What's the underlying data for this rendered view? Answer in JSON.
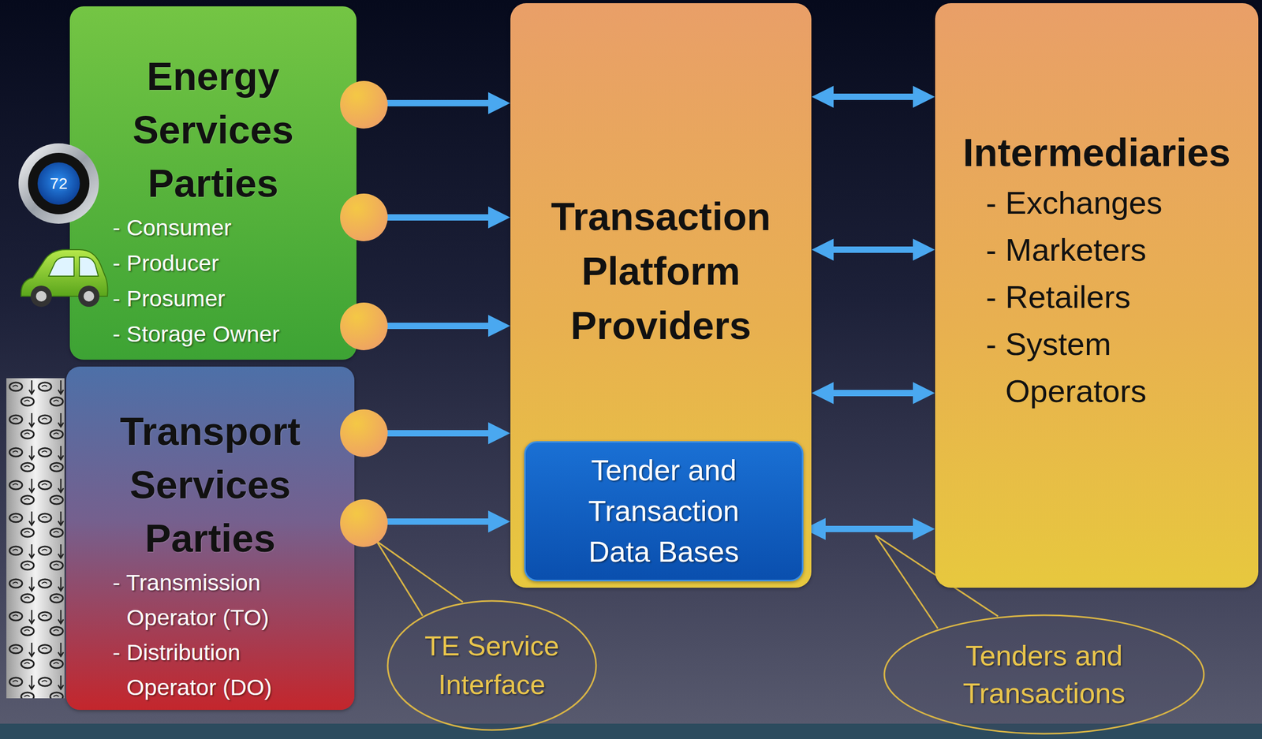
{
  "diagram": {
    "nodes": [
      {
        "text": [
          "Energy Services Parties",
          "- Consumer",
          "- Producer",
          "- Prosumer",
          "- Storage Owner"
        ]
      },
      {
        "text": [
          "Transport Services Parties",
          "- Transmission Operator (TO)",
          "- Distribution Operator (DO)"
        ]
      },
      {
        "text": [
          "Transaction Platform Providers"
        ]
      },
      {
        "text": [
          "Tender and Transaction Data Bases"
        ],
        "in": 2
      },
      {
        "text": [
          "Intermediaries",
          "- Exchanges",
          "- Marketers",
          "- Retailers",
          "- System Operators"
        ]
      },
      {
        "text": [
          "TE Service Interface"
        ]
      },
      {
        "text": [
          "Tenders and Transactions"
        ]
      }
    ],
    "edges": [
      {
        "from": 0,
        "to": 2,
        "arrow": "both"
      },
      {
        "from": 0,
        "to": 2,
        "arrow": "both"
      },
      {
        "from": 0,
        "to": 2,
        "arrow": "both"
      },
      {
        "from": 1,
        "to": 2,
        "arrow": "both"
      },
      {
        "from": 1,
        "to": 2,
        "arrow": "both"
      },
      {
        "from": 2,
        "to": 4,
        "arrow": "both"
      },
      {
        "from": 2,
        "to": 4,
        "arrow": "both"
      },
      {
        "from": 2,
        "to": 4,
        "arrow": "both"
      },
      {
        "from": 3,
        "to": 4,
        "arrow": "both"
      }
    ],
    "labels": [
      "72"
    ]
  }
}
